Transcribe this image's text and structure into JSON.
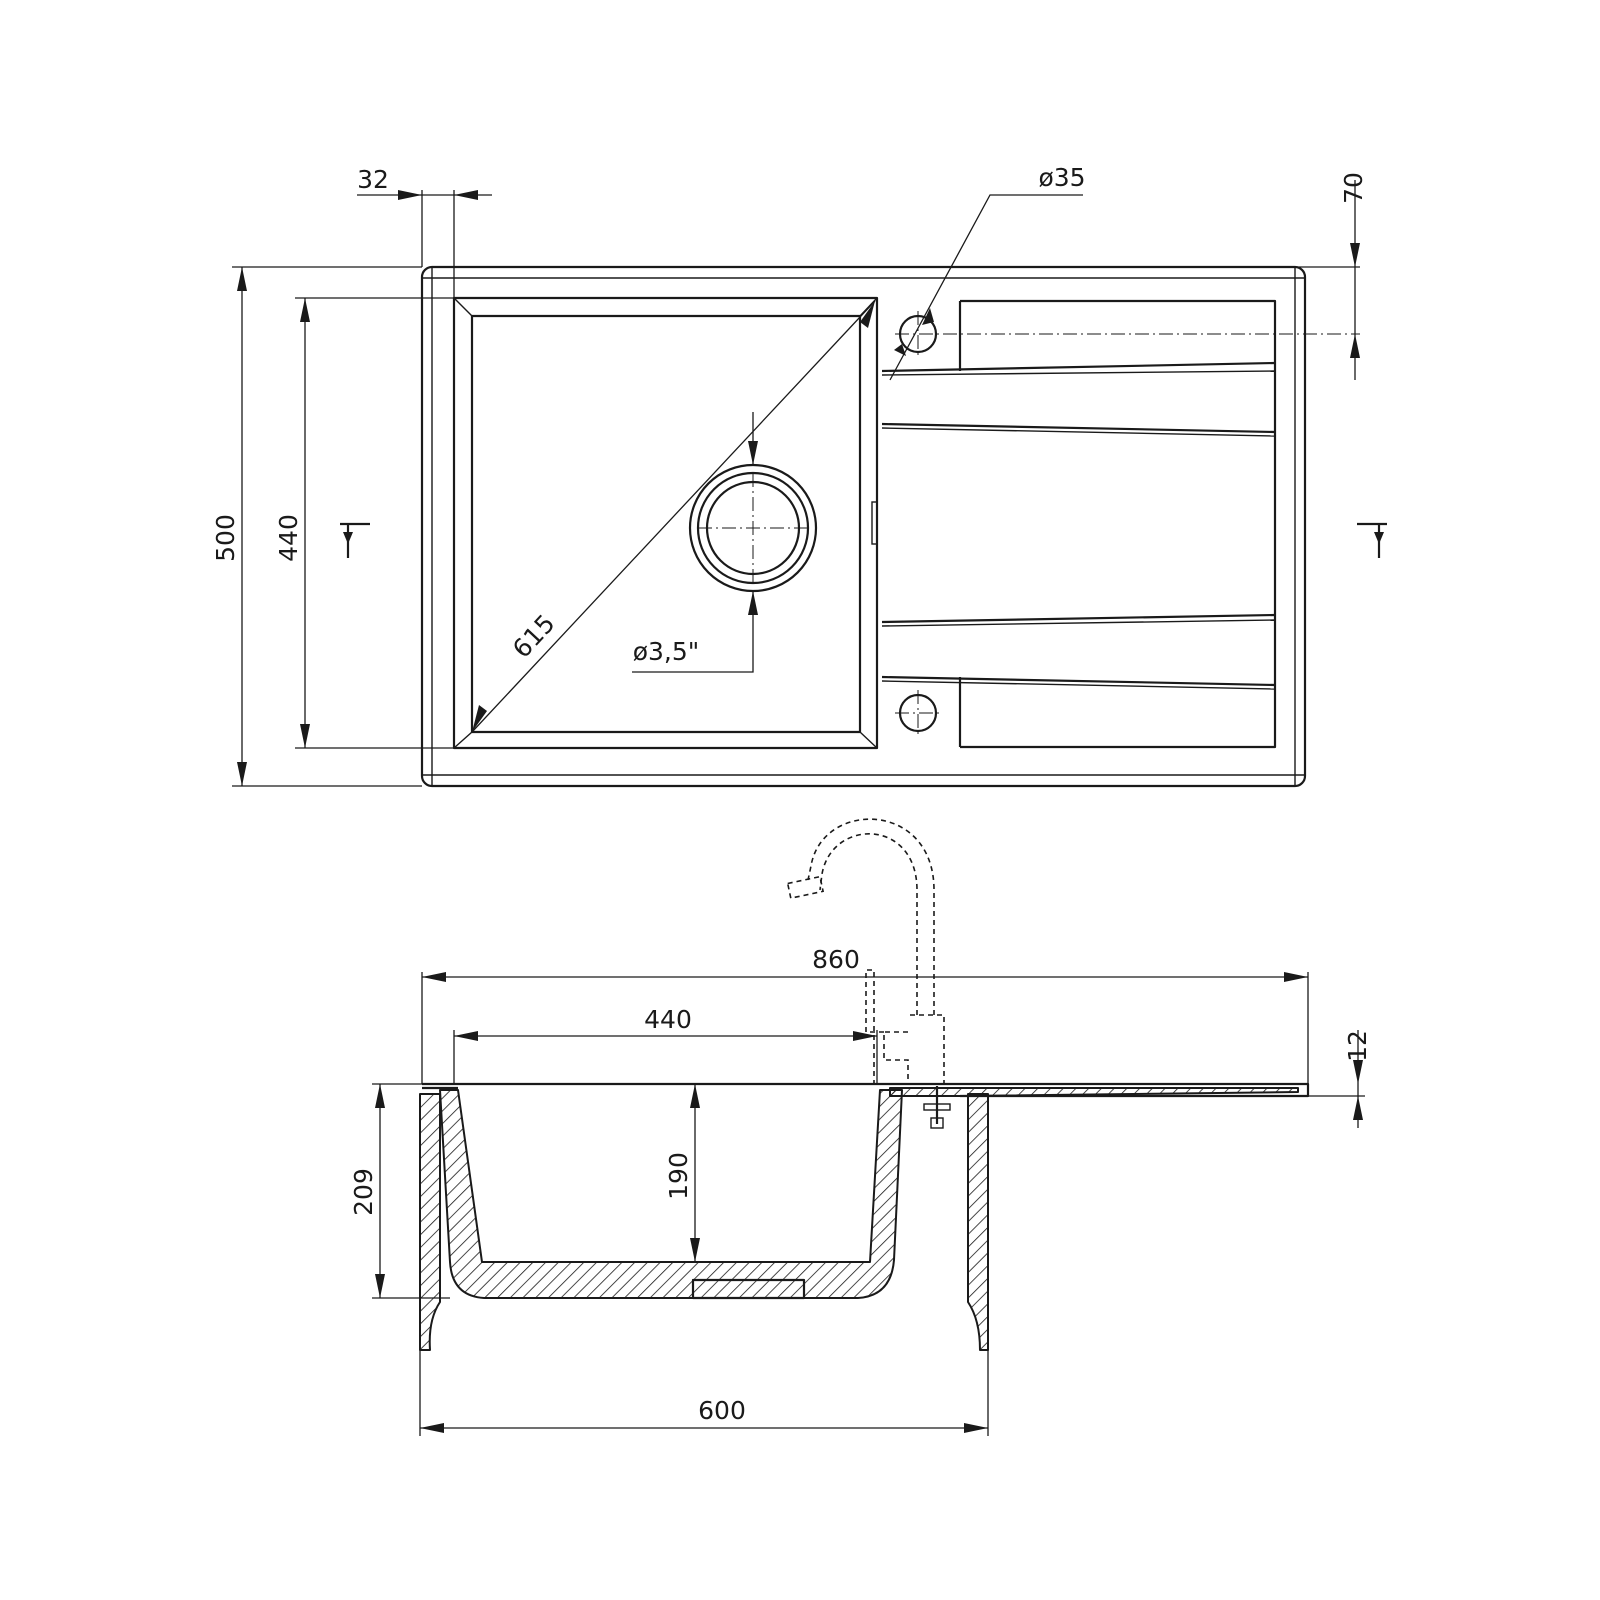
{
  "top_view": {
    "dims": {
      "overall_depth": "500",
      "bowl_depth": "440",
      "rim_offset": "32",
      "tap_hole_diameter": "ø35",
      "tap_hole_offset": "70",
      "bowl_diagonal": "615",
      "drain_diameter": "ø3,5\""
    }
  },
  "side_view": {
    "dims": {
      "overall_width": "860",
      "bowl_width": "440",
      "rim_thickness": "12",
      "overall_height": "209",
      "bowl_height": "190",
      "cabinet_width": "600"
    }
  },
  "colors": {
    "line": "#1a1a1a",
    "background": "#ffffff"
  }
}
